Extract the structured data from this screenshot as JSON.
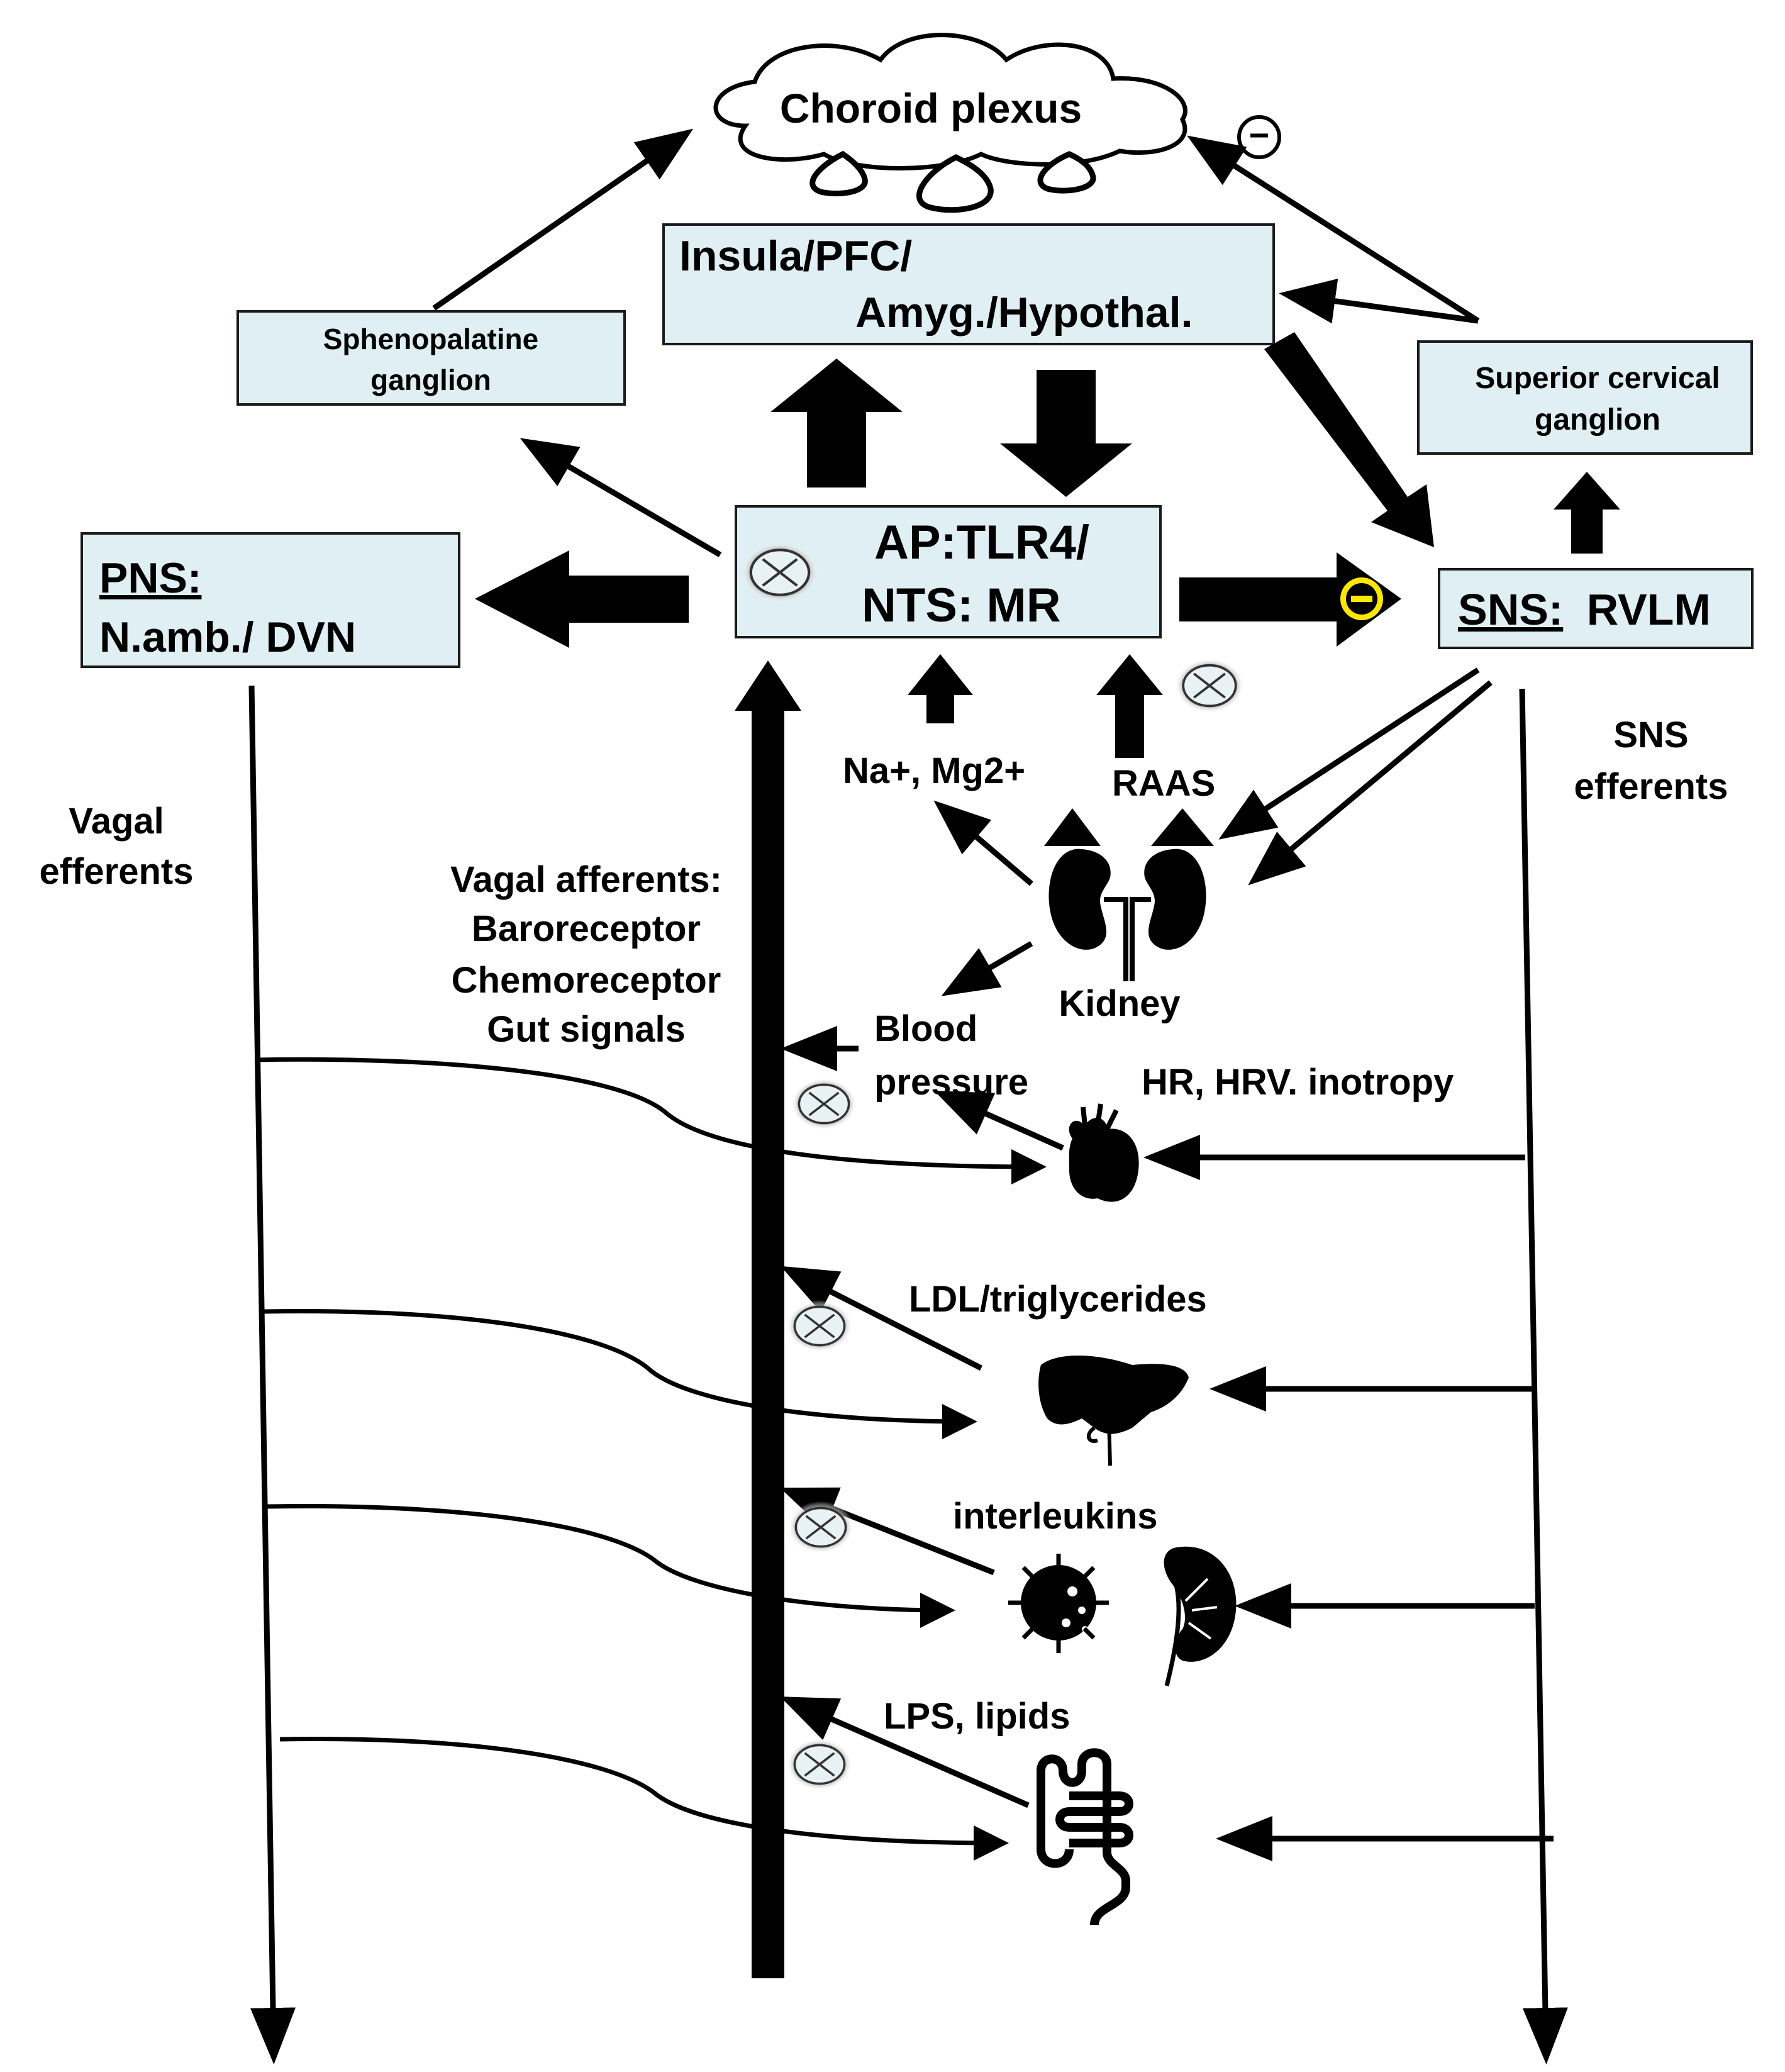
{
  "nodes": {
    "choroid_plexus": "Choroid plexus",
    "insula_line1": "Insula/PFC/",
    "insula_line2": "Amyg./Hypothal.",
    "sphenopalatine_line1": "Sphenopalatine",
    "sphenopalatine_line2": "ganglion",
    "superior_cervical_line1": "Superior cervical",
    "superior_cervical_line2": "ganglion",
    "ap_line1": "AP:TLR4/",
    "ap_line2": "NTS: MR",
    "pns_line1": "PNS:",
    "pns_line2": "N.amb./ DVN",
    "sns_prefix": "SNS:",
    "sns_rest": "RVLM"
  },
  "labels": {
    "vagal_efferents_1": "Vagal",
    "vagal_efferents_2": "efferents",
    "sns_efferents_1": "SNS",
    "sns_efferents_2": "efferents",
    "vagal_afferents": [
      "Vagal afferents:",
      "Baroreceptor",
      "Chemoreceptor",
      "Gut signals"
    ],
    "na_mg": "Na+, Mg2+",
    "raas": "RAAS",
    "kidney": "Kidney",
    "blood_pressure_1": "Blood",
    "blood_pressure_2": "pressure",
    "hr": "HR, HRV. inotropy",
    "ldl": "LDL/triglycerides",
    "interleukins": "interleukins",
    "lps": "LPS, lipids"
  },
  "symbols": {
    "inhibition_sign": "−",
    "block_icon": "circle-x-icon"
  },
  "colors": {
    "box_fill": "#dfeff3",
    "inhibition_ring": "#ffe600",
    "line": "#000000"
  }
}
